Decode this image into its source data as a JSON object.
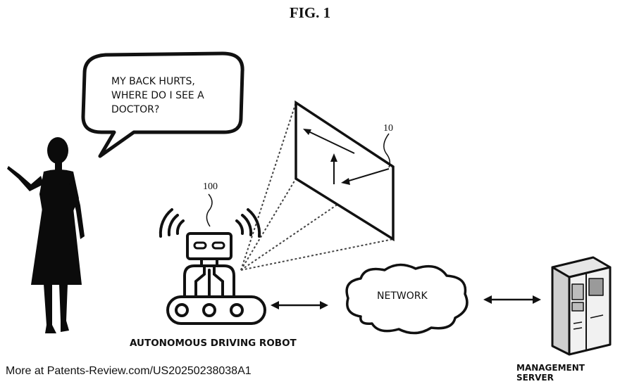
{
  "figure": {
    "title": "FIG. 1"
  },
  "speech_bubble": {
    "lines": [
      "MY BACK HURTS,",
      "WHERE DO I SEE A",
      "DOCTOR?"
    ]
  },
  "labels": {
    "robot": "AUTONOMOUS DRIVING ROBOT",
    "network": "NETWORK",
    "server": "MANAGEMENT SERVER"
  },
  "reference_numerals": {
    "robot": "100",
    "projection_surface": "10"
  },
  "footer": "More at Patents-Review.com/US20250238038A1",
  "icons": [
    "person-silhouette",
    "speech-bubble",
    "robot",
    "signal-waves",
    "projection-screen",
    "cloud",
    "server-cabinet",
    "double-arrow"
  ],
  "colors": {
    "ink": "#111111",
    "background": "#ffffff"
  }
}
